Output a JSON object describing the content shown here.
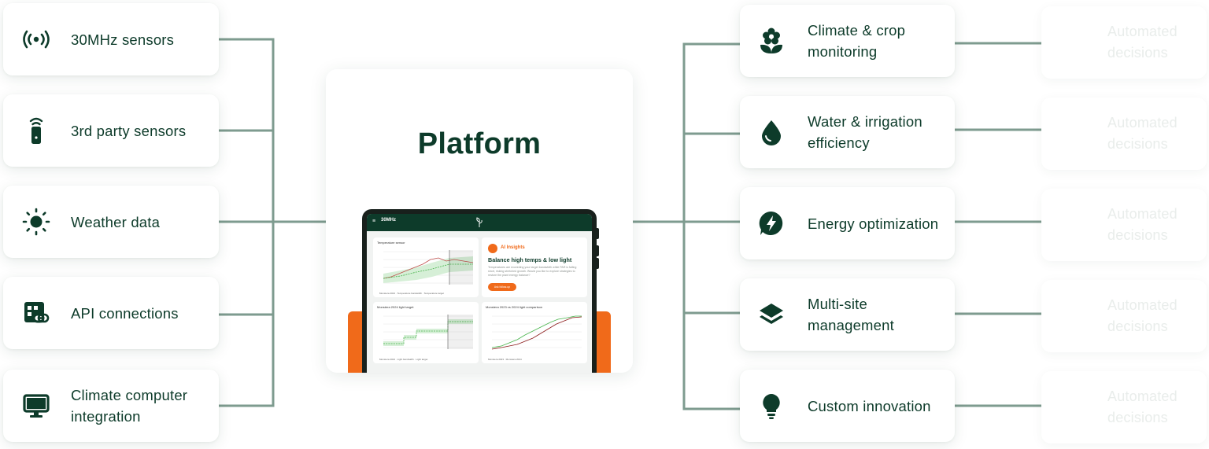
{
  "colors": {
    "brand_dark": "#0d3b2a",
    "connector": "#7e9b8f",
    "accent_orange": "#f06a1a",
    "chart_green": "#46b34a",
    "chart_red": "#c0504d",
    "ghost_text": "#e9edeb"
  },
  "inputs": [
    {
      "label": "30MHz sensors",
      "icon": "broadcast-icon"
    },
    {
      "label": "3rd party sensors",
      "icon": "remote-sensor-icon"
    },
    {
      "label": "Weather data",
      "icon": "sun-icon"
    },
    {
      "label": "API connections",
      "icon": "api-link-icon"
    },
    {
      "label": "Climate computer integration",
      "icon": "monitor-icon"
    }
  ],
  "platform": {
    "title": "Platform",
    "tablet": {
      "brand": "30MHz",
      "panels": [
        {
          "title": "Temperature sensor",
          "legend": "Monstera 2024 · Temperature bandwidth · Temperature target"
        },
        {
          "title": "Monstera 2024 light target",
          "legend": "Monstera 2024 · Light bandwidth · Light target"
        },
        {
          "title": "Monstera 2023 vs 2024 light comparison",
          "legend": "Monstera 2023 · Monstera 2024"
        }
      ],
      "ai": {
        "label": "AI Insights",
        "headline": "Balance high temps & low light",
        "body": "Temperatures are exceeding your target bandwidth while PAR is falling short, risking stretched growth. Would you like to explore strategies to restore the plant energy balance?",
        "button": "Ask follow-up"
      }
    }
  },
  "outputs": [
    {
      "label": "Climate & crop monitoring",
      "icon": "flower-icon"
    },
    {
      "label": "Water & irrigation efficiency",
      "icon": "water-drop-icon"
    },
    {
      "label": "Energy optimization",
      "icon": "energy-bolt-icon"
    },
    {
      "label": "Multi-site management",
      "icon": "layers-icon"
    },
    {
      "label": "Custom innovation",
      "icon": "lightbulb-icon"
    }
  ],
  "decisions": [
    {
      "label": "Automated decisions"
    },
    {
      "label": "Automated decisions"
    },
    {
      "label": "Automated decisions"
    },
    {
      "label": "Automated decisions"
    },
    {
      "label": "Automated decisions"
    }
  ]
}
